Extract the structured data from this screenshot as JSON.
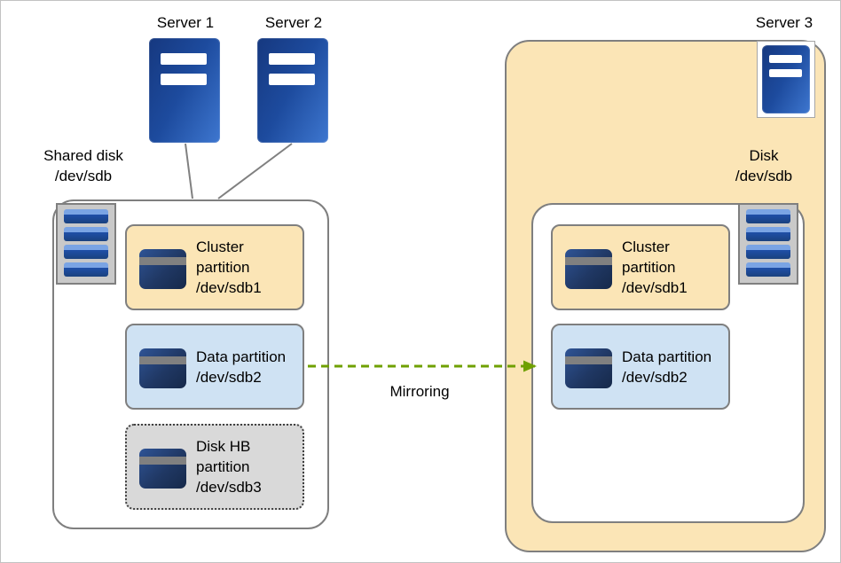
{
  "diagram": {
    "servers": [
      {
        "label": "Server 1"
      },
      {
        "label": "Server 2"
      },
      {
        "label": "Server 3"
      }
    ],
    "shared_disk_label": {
      "line1": "Shared disk",
      "line2": "/dev/sdb"
    },
    "disk_label": {
      "line1": "Disk",
      "line2": "/dev/sdb"
    },
    "mirroring_label": "Mirroring",
    "left_partitions": [
      {
        "name": "Cluster partition",
        "device": "/dev/sdb1"
      },
      {
        "name": "Data partition",
        "device": "/dev/sdb2"
      },
      {
        "name": "Disk HB partition",
        "device": "/dev/sdb3"
      }
    ],
    "right_partitions": [
      {
        "name": "Cluster partition",
        "device": "/dev/sdb1"
      },
      {
        "name": "Data partition",
        "device": "/dev/sdb2"
      }
    ],
    "colors": {
      "cluster_partition_fill": "#FBE5B6",
      "data_partition_fill": "#CFE2F3",
      "diskhb_partition_fill": "#D9D9D9",
      "server_blue": "#1D4B9E",
      "mirroring_arrow_green": "#6FA000",
      "border_gray": "#7F7F7F"
    }
  }
}
